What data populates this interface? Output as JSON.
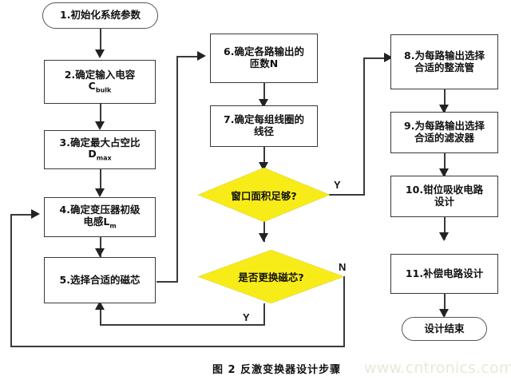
{
  "figure": {
    "caption": "图 2 反激变换器设计步骤",
    "watermark": "www.cntronics.com",
    "colors": {
      "decision_fill": "#F7EC18",
      "stroke": "#3A3A3A",
      "text": "#111111",
      "watermark": "#E2ECD8",
      "background": "#FFFFFF"
    }
  },
  "nodes": {
    "start": {
      "id": "1",
      "type": "terminator",
      "label": "1.初始化系统参数"
    },
    "step2": {
      "id": "2",
      "type": "process",
      "line1": "2.确定输入电容",
      "line2_main": "C",
      "line2_sub": "bulk"
    },
    "step3": {
      "id": "3",
      "type": "process",
      "line1": "3.确定最大占空比",
      "line2_main": "D",
      "line2_sub": "max"
    },
    "step4": {
      "id": "4",
      "type": "process",
      "line1": "4.确定变压器初级",
      "line2_main": "电感L",
      "line2_sub": "m"
    },
    "step5": {
      "id": "5",
      "type": "process",
      "line1": "5.选择合适的磁芯"
    },
    "step6": {
      "id": "6",
      "type": "process",
      "line1": "6.确定各路输出的",
      "line2": "匝数N"
    },
    "step7": {
      "id": "7",
      "type": "process",
      "line1": "7.确定每组线圈的",
      "line2": "线径"
    },
    "dec1": {
      "id": "D1",
      "type": "decision",
      "label": "窗口面积足够?"
    },
    "dec2": {
      "id": "D2",
      "type": "decision",
      "label": "是否更换磁芯?"
    },
    "step8": {
      "id": "8",
      "type": "process",
      "line1": "8.为每路输出选择",
      "line2": "合适的整流管"
    },
    "step9": {
      "id": "9",
      "type": "process",
      "line1": "9.为每路输出选择",
      "line2": "合适的滤波器"
    },
    "step10": {
      "id": "10",
      "type": "process",
      "line1": "10.钳位吸收电路",
      "line2": "设计"
    },
    "step11": {
      "id": "11",
      "type": "process",
      "line1": "11.补偿电路设计"
    },
    "end": {
      "id": "12",
      "type": "terminator",
      "label": "设计结束"
    }
  },
  "edge_labels": {
    "dec1_yes": "Y",
    "dec2_no": "N",
    "dec2_yes": "Y"
  },
  "flow": [
    {
      "from": "1",
      "to": "2"
    },
    {
      "from": "2",
      "to": "3"
    },
    {
      "from": "3",
      "to": "4"
    },
    {
      "from": "4",
      "to": "5"
    },
    {
      "from": "5",
      "to": "6"
    },
    {
      "from": "6",
      "to": "7"
    },
    {
      "from": "7",
      "to": "D1"
    },
    {
      "from": "D1",
      "to": "8",
      "label": "Y"
    },
    {
      "from": "D1",
      "to": "D2"
    },
    {
      "from": "D2",
      "to": "5",
      "label": "Y"
    },
    {
      "from": "D2",
      "to": "4",
      "label": "N"
    },
    {
      "from": "8",
      "to": "9"
    },
    {
      "from": "9",
      "to": "10"
    },
    {
      "from": "10",
      "to": "11"
    },
    {
      "from": "11",
      "to": "12"
    }
  ]
}
